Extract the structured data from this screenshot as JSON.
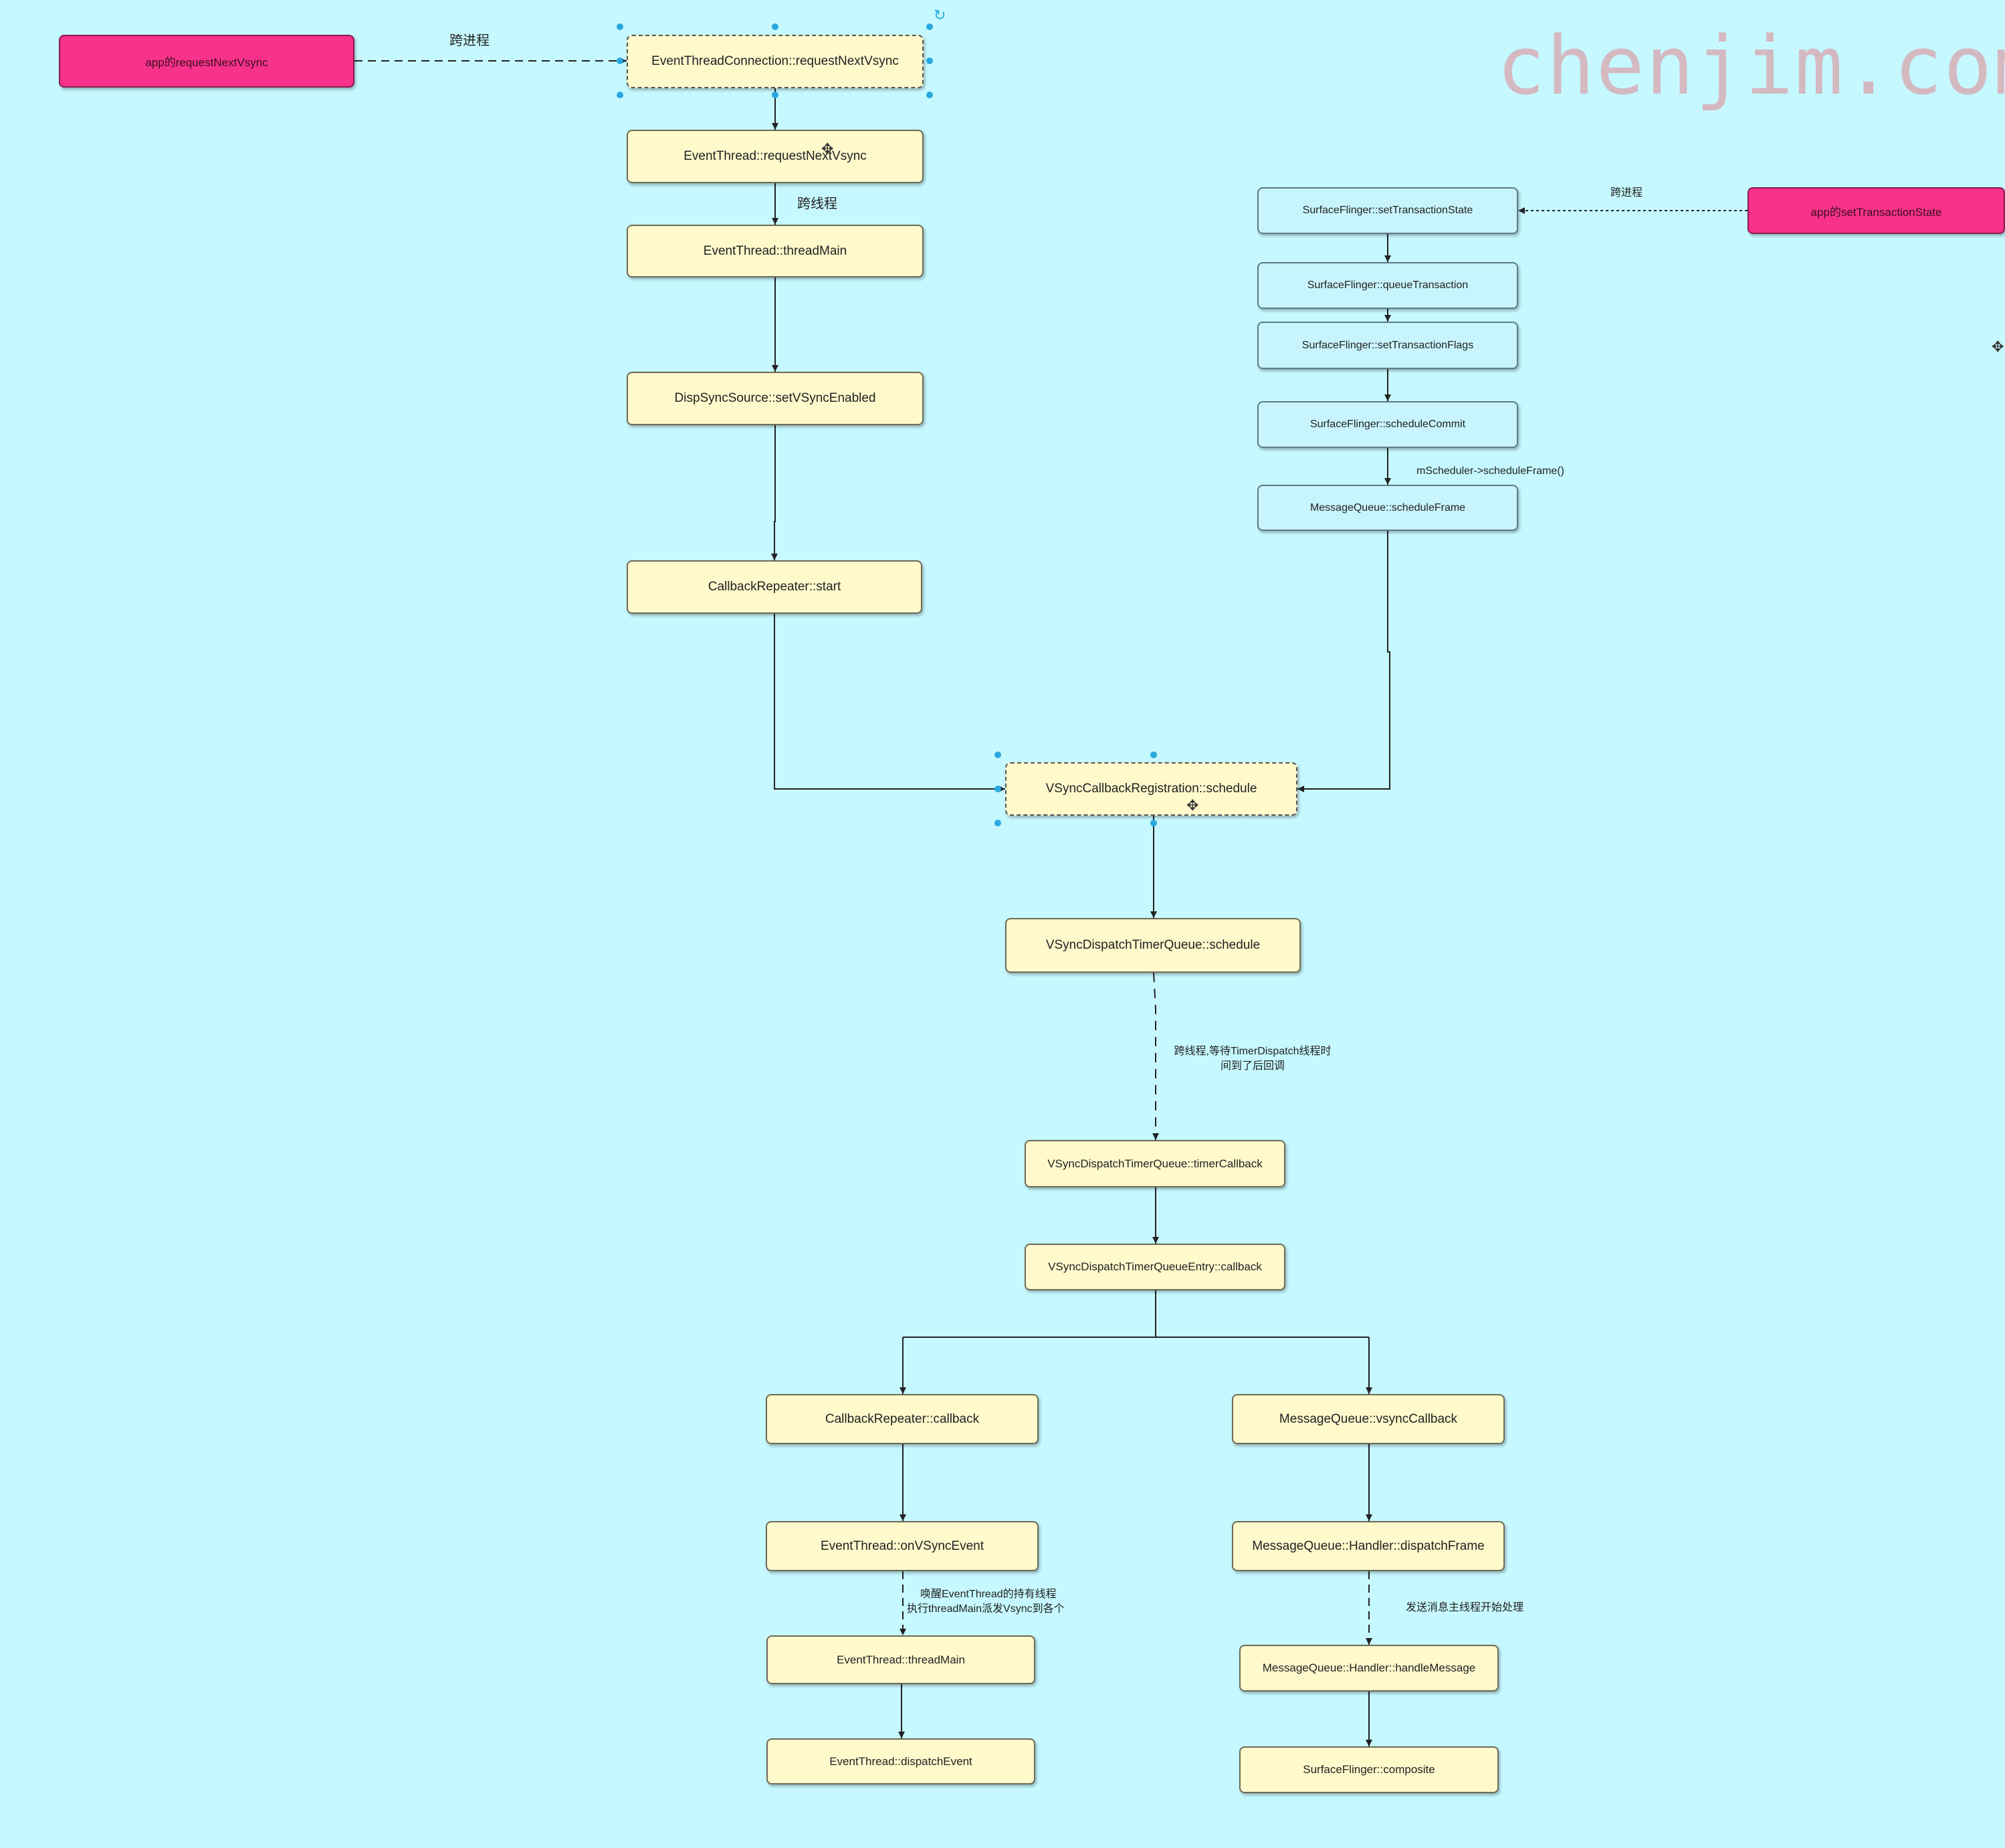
{
  "watermark": "chenjim.com",
  "nodes": {
    "app_request_next_vsync": "app的requestNextVsync",
    "etc_request_next_vsync": "EventThreadConnection::requestNextVsync",
    "et_request_next_vsync": "EventThread::requestNextVsync",
    "et_thread_main": "EventThread::threadMain",
    "dispsync_set_enabled": "DispSyncSource::setVSyncEnabled",
    "callback_repeater_start": "CallbackRepeater::start",
    "sf_set_transaction_state": "SurfaceFlinger::setTransactionState",
    "app_set_transaction_state": "app的setTransactionState",
    "sf_queue_transaction": "SurfaceFlinger::queueTransaction",
    "sf_set_transaction_flags": "SurfaceFlinger::setTransactionFlags",
    "sf_schedule_commit": "SurfaceFlinger::scheduleCommit",
    "mq_schedule_frame": "MessageQueue::scheduleFrame",
    "vcr_schedule": "VSyncCallbackRegistration::schedule",
    "vdtq_schedule": "VSyncDispatchTimerQueue::schedule",
    "vdtq_timer_callback": "VSyncDispatchTimerQueue::timerCallback",
    "vdtqe_callback": "VSyncDispatchTimerQueueEntry::callback",
    "callback_repeater_callback": "CallbackRepeater::callback",
    "mq_vsync_callback": "MessageQueue::vsyncCallback",
    "et_on_vsync_event": "EventThread::onVSyncEvent",
    "mq_handler_dispatch_frame": "MessageQueue::Handler::dispatchFrame",
    "et_thread_main_2": "EventThread::threadMain",
    "mq_handler_handle_message": "MessageQueue::Handler::handleMessage",
    "et_dispatch_event": "EventThread::dispatchEvent",
    "sf_composite": "SurfaceFlinger::composite"
  },
  "labels": {
    "cross_process_1": "跨进程",
    "cross_thread_1": "跨线程",
    "cross_process_2": "跨进程",
    "mscheduler": "mScheduler->scheduleFrame()",
    "timer_wait_line1": "跨线程,等待TimerDispatch线程时",
    "timer_wait_line2": "间到了后回调",
    "wake_line1": "唤醒EventThread的持有线程",
    "wake_line2": "执行threadMain派发Vsync到各个",
    "send_msg": "发送消息主线程开始处理"
  },
  "colors": {
    "background": "#c6f8ff",
    "node_fill": "#fff9cc",
    "node_fill_blue": "#c8f4fd",
    "node_fill_pink": "#f7328a",
    "selection_handle": "#29a8e0"
  }
}
